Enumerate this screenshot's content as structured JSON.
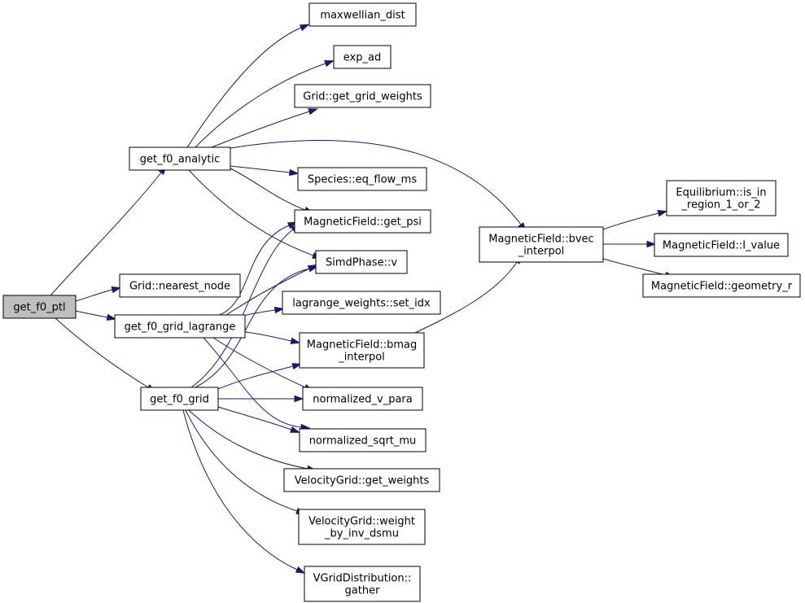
{
  "diagram": {
    "type": "call-graph",
    "colors": {
      "edge": "#191970",
      "root_fill": "#bfbfbf",
      "node_fill": "#ffffff",
      "node_border": "#000000"
    },
    "nodes": [
      {
        "id": "get_f0_ptl",
        "lines": [
          "get_f0_ptl"
        ],
        "root": true
      },
      {
        "id": "get_f0_analytic",
        "lines": [
          "get_f0_analytic"
        ]
      },
      {
        "id": "grid_nearest_node",
        "lines": [
          "Grid::nearest_node"
        ]
      },
      {
        "id": "get_f0_grid_lagrange",
        "lines": [
          "get_f0_grid_lagrange"
        ]
      },
      {
        "id": "get_f0_grid",
        "lines": [
          "get_f0_grid"
        ]
      },
      {
        "id": "maxwellian_dist",
        "lines": [
          "maxwellian_dist"
        ]
      },
      {
        "id": "exp_ad",
        "lines": [
          "exp_ad"
        ]
      },
      {
        "id": "grid_get_grid_weights",
        "lines": [
          "Grid::get_grid_weights"
        ]
      },
      {
        "id": "species_eq_flow_ms",
        "lines": [
          "Species::eq_flow_ms"
        ]
      },
      {
        "id": "mf_get_psi",
        "lines": [
          "MagneticField::get_psi"
        ]
      },
      {
        "id": "simdphase_v",
        "lines": [
          "SimdPhase::v"
        ]
      },
      {
        "id": "lagrange_set_idx",
        "lines": [
          "lagrange_weights::set_idx"
        ]
      },
      {
        "id": "mf_bmag_interpol",
        "lines": [
          "MagneticField::bmag",
          "_interpol"
        ]
      },
      {
        "id": "normalized_v_para",
        "lines": [
          "normalized_v_para"
        ]
      },
      {
        "id": "normalized_sqrt_mu",
        "lines": [
          "normalized_sqrt_mu"
        ]
      },
      {
        "id": "vgrid_get_weights",
        "lines": [
          "VelocityGrid::get_weights"
        ]
      },
      {
        "id": "vgrid_weight_by_inv_dsmu",
        "lines": [
          "VelocityGrid::weight",
          "_by_inv_dsmu"
        ]
      },
      {
        "id": "vgd_gather",
        "lines": [
          "VGridDistribution::",
          "gather"
        ]
      },
      {
        "id": "mf_bvec_interpol",
        "lines": [
          "MagneticField::bvec",
          "_interpol"
        ]
      },
      {
        "id": "eq_is_in_region",
        "lines": [
          "Equilibrium::is_in",
          "_region_1_or_2"
        ]
      },
      {
        "id": "mf_i_value",
        "lines": [
          "MagneticField::I_value"
        ]
      },
      {
        "id": "mf_geometry_r",
        "lines": [
          "MagneticField::geometry_r"
        ]
      }
    ],
    "edges": [
      {
        "from": "get_f0_ptl",
        "to": "get_f0_analytic"
      },
      {
        "from": "get_f0_ptl",
        "to": "grid_nearest_node"
      },
      {
        "from": "get_f0_ptl",
        "to": "get_f0_grid_lagrange"
      },
      {
        "from": "get_f0_ptl",
        "to": "get_f0_grid"
      },
      {
        "from": "get_f0_analytic",
        "to": "maxwellian_dist"
      },
      {
        "from": "get_f0_analytic",
        "to": "exp_ad"
      },
      {
        "from": "get_f0_analytic",
        "to": "grid_get_grid_weights"
      },
      {
        "from": "get_f0_analytic",
        "to": "mf_bvec_interpol"
      },
      {
        "from": "get_f0_analytic",
        "to": "species_eq_flow_ms"
      },
      {
        "from": "get_f0_analytic",
        "to": "mf_get_psi"
      },
      {
        "from": "get_f0_analytic",
        "to": "simdphase_v"
      },
      {
        "from": "get_f0_grid_lagrange",
        "to": "mf_get_psi"
      },
      {
        "from": "get_f0_grid_lagrange",
        "to": "simdphase_v"
      },
      {
        "from": "get_f0_grid_lagrange",
        "to": "lagrange_set_idx"
      },
      {
        "from": "get_f0_grid_lagrange",
        "to": "mf_bmag_interpol"
      },
      {
        "from": "get_f0_grid_lagrange",
        "to": "normalized_v_para"
      },
      {
        "from": "get_f0_grid_lagrange",
        "to": "normalized_sqrt_mu"
      },
      {
        "from": "get_f0_grid",
        "to": "mf_get_psi"
      },
      {
        "from": "get_f0_grid",
        "to": "simdphase_v"
      },
      {
        "from": "get_f0_grid",
        "to": "mf_bmag_interpol"
      },
      {
        "from": "get_f0_grid",
        "to": "normalized_v_para"
      },
      {
        "from": "get_f0_grid",
        "to": "normalized_sqrt_mu"
      },
      {
        "from": "get_f0_grid",
        "to": "vgrid_get_weights"
      },
      {
        "from": "get_f0_grid",
        "to": "vgrid_weight_by_inv_dsmu"
      },
      {
        "from": "get_f0_grid",
        "to": "vgd_gather"
      },
      {
        "from": "mf_bmag_interpol",
        "to": "mf_bvec_interpol"
      },
      {
        "from": "mf_bvec_interpol",
        "to": "eq_is_in_region"
      },
      {
        "from": "mf_bvec_interpol",
        "to": "mf_i_value"
      },
      {
        "from": "mf_bvec_interpol",
        "to": "mf_geometry_r"
      }
    ]
  }
}
